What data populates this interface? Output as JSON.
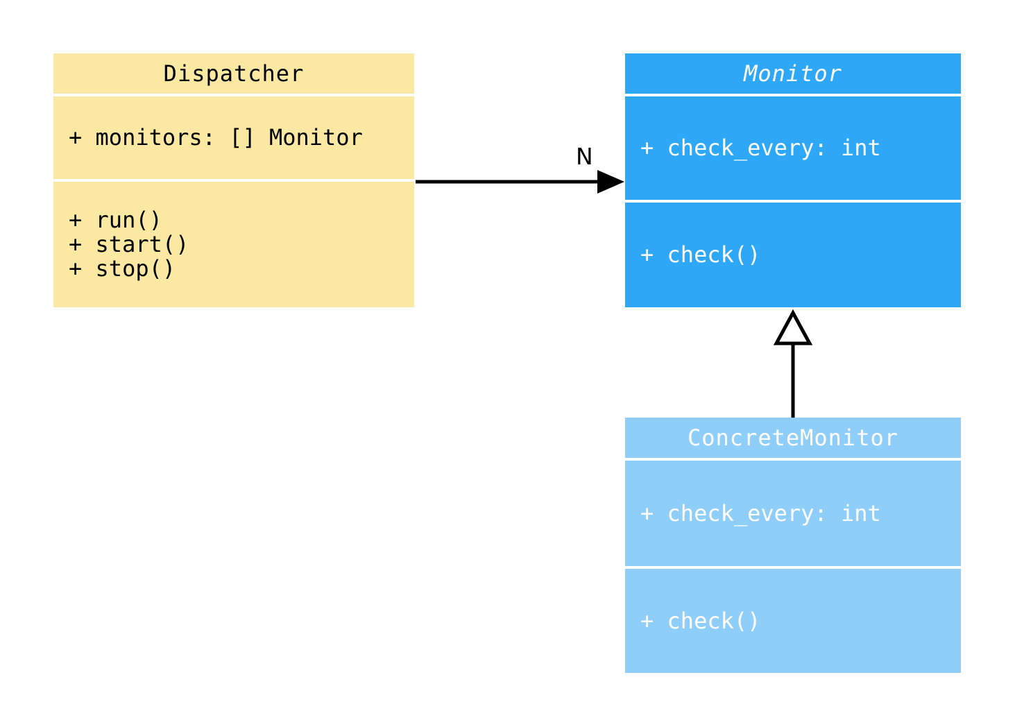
{
  "canvas": {
    "background": "#FFFFFF"
  },
  "classes": [
    {
      "name": "Dispatcher",
      "abstract": false,
      "attributes": [
        "+ monitors: [] Monitor"
      ],
      "methods": [
        "+ run()",
        "+ start()",
        "+ stop()"
      ],
      "colors": {
        "bg": "#FBE8A3",
        "text": "#000000"
      }
    },
    {
      "name": "Monitor",
      "abstract": true,
      "attributes": [
        "+ check_every: int"
      ],
      "methods": [
        "+ check()"
      ],
      "colors": {
        "bg": "#2FA7F7",
        "text": "#FFFFFF"
      }
    },
    {
      "name": "ConcreteMonitor",
      "abstract": false,
      "attributes": [
        "+ check_every: int"
      ],
      "methods": [
        "+ check()"
      ],
      "colors": {
        "bg": "#90CEFA",
        "text": "#FFFFFF"
      }
    }
  ],
  "connectors": {
    "association": {
      "from": "Dispatcher",
      "to": "Monitor",
      "label": "N",
      "style": "solid-line-filled-arrowhead",
      "color": "#000000"
    },
    "generalization": {
      "from": "ConcreteMonitor",
      "to": "Monitor",
      "style": "solid-line-hollow-triangle",
      "color": "#000000"
    }
  }
}
